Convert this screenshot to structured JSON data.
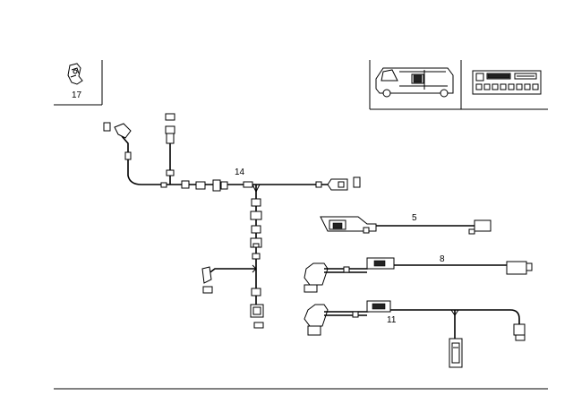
{
  "callouts": {
    "c17": "17",
    "c14": "14",
    "c5": "5",
    "c8": "8",
    "c11": "11"
  },
  "icons": {
    "clip": "clip-icon",
    "vehicle": "station-wagon-side-icon",
    "radio": "car-radio-icon"
  }
}
